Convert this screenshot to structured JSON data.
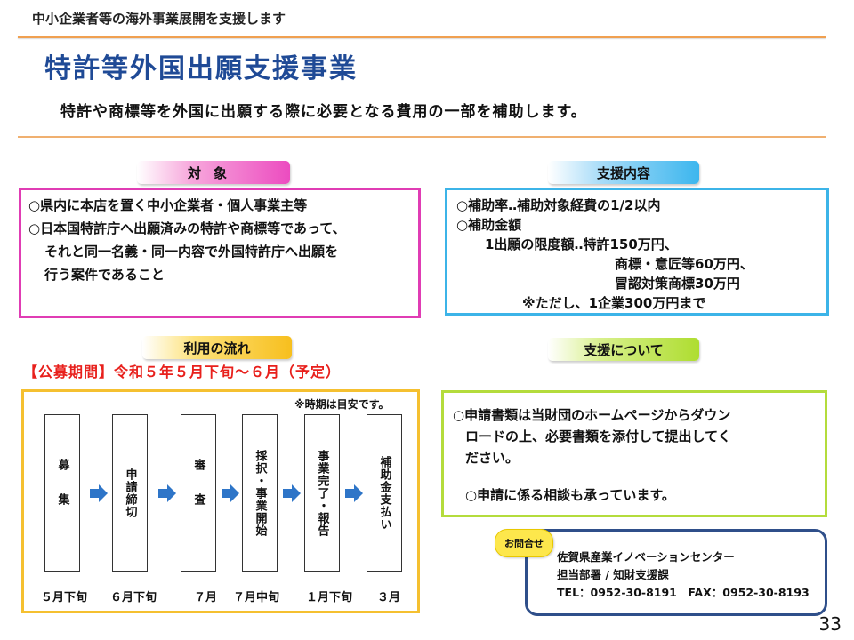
{
  "header": {
    "tagline": "中小企業者等の海外事業展開を支援します"
  },
  "title": "特許等外国出願支援事業",
  "subtitle": "特許や商標等を外国に出願する際に必要となる費用の一部を補助します。",
  "target": {
    "label": "対象",
    "lines": [
      "○県内に本店を置く中小企業者・個人事業主等",
      "○日本国特許庁へ出願済みの特許や商標等であって、",
      "それと同一名義・同一内容で外国特許庁へ出願を",
      "行う案件であること"
    ]
  },
  "support": {
    "label": "支援内容",
    "lines": [
      "○補助率‥補助対象経費の1/2以内",
      "○補助金額",
      "1出願の限度額‥特許150万円、",
      "商標・意匠等60万円、",
      "冒認対策商標30万円",
      "※ただし、1企業300万円まで"
    ]
  },
  "flow": {
    "label": "利用の流れ",
    "period": "【公募期間】令和５年５月下旬～６月（予定）",
    "note": "※時期は目安です。",
    "steps": [
      {
        "label": "募集",
        "month": "５月下旬"
      },
      {
        "label": "申請締切",
        "month": "６月下旬"
      },
      {
        "label": "審査",
        "month": "７月"
      },
      {
        "label": "採択・事業開始",
        "month": "７月中旬"
      },
      {
        "label": "事業完了・報告",
        "month": "１月下旬"
      },
      {
        "label": "補助金支払い",
        "month": "３月"
      }
    ]
  },
  "about": {
    "label": "支援について",
    "lines": [
      "○申請書類は当財団のホームページからダウン",
      "ロードの上、必要書類を添付して提出してく",
      "ださい。",
      "○申請に係る相談も承っています。"
    ]
  },
  "contact": {
    "badge": "お問合せ",
    "org": "佐賀県産業イノベーションセンター",
    "dept": "担当部署 / 知財支援課",
    "phone": "TEL：0952-30-8191　FAX：0952-30-8193"
  },
  "page_number": "33",
  "colors": {
    "title": "#1f4a96",
    "target": "#e03cb4",
    "support": "#3cb4e8",
    "flow": "#f5c030",
    "about": "#b4dc3c",
    "period": "#e8201c",
    "arrow": "#2e75c8"
  }
}
